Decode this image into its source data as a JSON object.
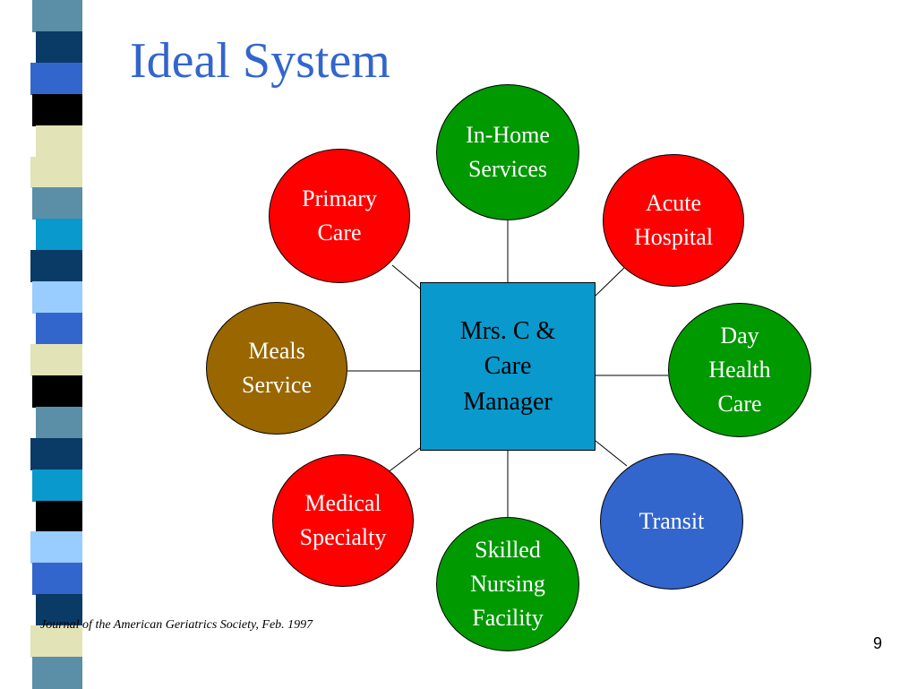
{
  "slide": {
    "title": "Ideal System",
    "citation": "Journal of the American Geriatrics Society, Feb. 1997",
    "page_number": "9"
  },
  "center": {
    "lines": [
      "Mrs. C &",
      "Care",
      "Manager"
    ]
  },
  "nodes": [
    {
      "lines": [
        "In-Home",
        "Services"
      ],
      "fill": "#009900",
      "text_color": "#ffffff"
    },
    {
      "lines": [
        "Acute",
        "Hospital"
      ],
      "fill": "#ff0000",
      "text_color": "#ffffff"
    },
    {
      "lines": [
        "Day",
        "Health",
        "Care"
      ],
      "fill": "#009900",
      "text_color": "#ffffff"
    },
    {
      "lines": [
        "Transit"
      ],
      "fill": "#3366cc",
      "text_color": "#ffffff"
    },
    {
      "lines": [
        "Skilled",
        "Nursing",
        "Facility"
      ],
      "fill": "#009900",
      "text_color": "#ffffff"
    },
    {
      "lines": [
        "Medical",
        "Specialty"
      ],
      "fill": "#ff0000",
      "text_color": "#ffffff"
    },
    {
      "lines": [
        "Meals",
        "Service"
      ],
      "fill": "#996600",
      "text_color": "#ffffff"
    },
    {
      "lines": [
        "Primary",
        "Care"
      ],
      "fill": "#ff0000",
      "text_color": "#ffffff"
    }
  ],
  "colors": {
    "title": "#3366cc",
    "center_box": "#0a99cc",
    "strip_palette": [
      "#5b8fa8",
      "#0a3a66",
      "#3366cc",
      "#000000",
      "#e3e3b8",
      "#0a99cc",
      "#99ccff",
      "#3399cc"
    ]
  }
}
